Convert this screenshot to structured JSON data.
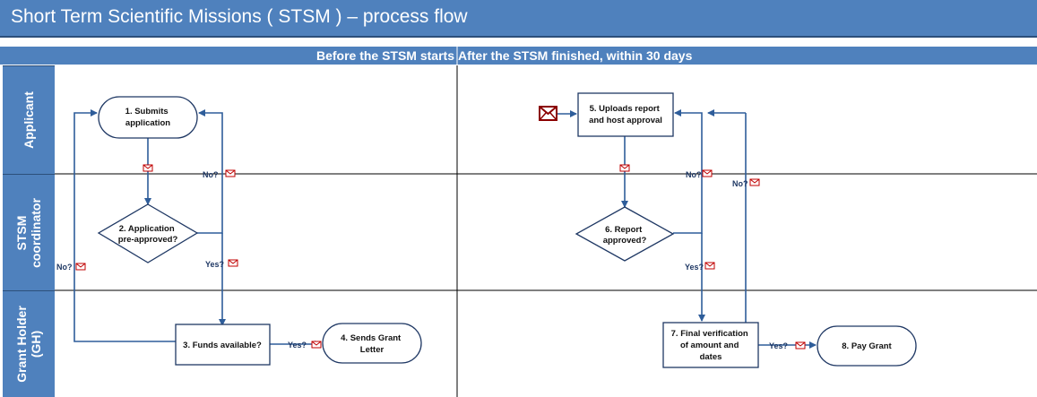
{
  "title": "Short Term Scientific Missions ( STSM ) – process flow",
  "phases": {
    "before": "Before the STSM starts",
    "after": "After the STSM finished, within 30 days"
  },
  "lanes": {
    "applicant": "Applicant",
    "coordinator_line1": "STSM",
    "coordinator_line2": "coordinator",
    "grant_holder_line1": "Grant Holder",
    "grant_holder_line2": "(GH)"
  },
  "nodes": {
    "n1_line1": "1. Submits",
    "n1_line2": "application",
    "n2_line1": "2. Application",
    "n2_line2": "pre-approved?",
    "n3": "3. Funds available?",
    "n4_line1": "4. Sends Grant",
    "n4_line2": "Letter",
    "n5_line1": "5. Uploads report",
    "n5_line2": "and host approval",
    "n6_line1": "6. Report",
    "n6_line2": "approved?",
    "n7_line1": "7. Final verification",
    "n7_line2": "of amount and",
    "n7_line3": "dates",
    "n8": "8. Pay Grant"
  },
  "edge_labels": {
    "no_app": "No?",
    "yes_app": "Yes?",
    "no_funds": "No?",
    "yes_funds": "Yes?",
    "no_report": "No?",
    "yes_report": "Yes?",
    "no_final": "No?",
    "yes_final": "Yes?"
  },
  "colors": {
    "lane_blue": "#4f81bd",
    "arrow_blue": "#2e5d9a",
    "envelope_red": "#c00000"
  }
}
